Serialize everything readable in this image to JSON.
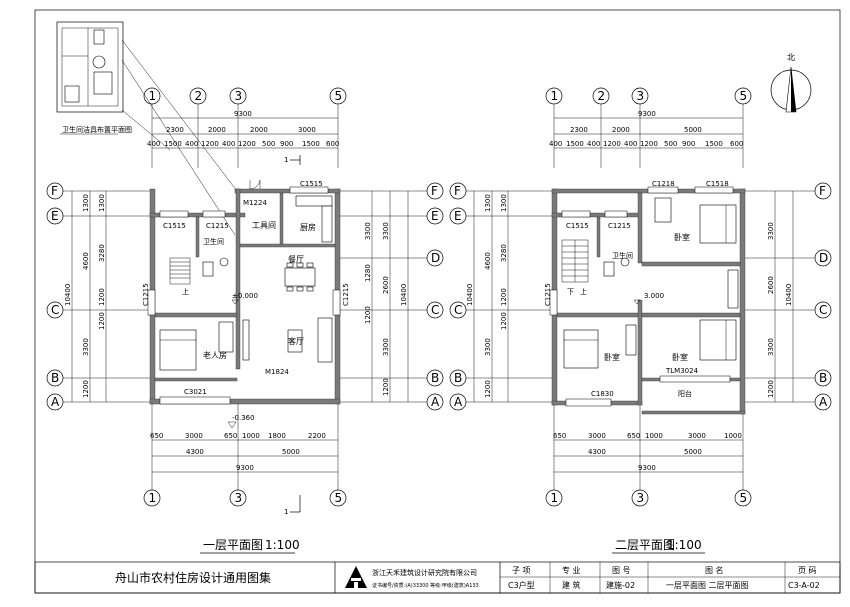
{
  "title_block": {
    "atlas_title": "舟山市农村住房设计通用图集",
    "institute": "浙江天禾建筑设计研究院有限公司",
    "institute_cert": "证书编号/资质:(A)33300 等级:甲级(建筑)A133",
    "headers": [
      "子 项",
      "专 业",
      "图 号",
      "图 名",
      "页 码"
    ],
    "values": [
      "C3户型",
      "建 筑",
      "建施-02",
      "一层平面图  二层平面图",
      "C3-A-02"
    ]
  },
  "plan1": {
    "caption": "一层平面图",
    "scale": "1:100",
    "rooms": {
      "storage": "工具间",
      "kitchen": "厨房",
      "dining": "餐厅",
      "living": "客厅",
      "elder": "老人房",
      "wc": "卫生间",
      "up": "上"
    },
    "windows": {
      "c1515a": "C1515",
      "c1515b": "C1515",
      "c1215a": "C1215",
      "c1215b": "C1215",
      "c1215c": "C1215",
      "c3021": "C3021",
      "m1224": "M1224",
      "m1824": "M1824"
    },
    "levels": {
      "floor": "±0.000",
      "ground": "-0.360"
    },
    "section_mark": "1"
  },
  "plan2": {
    "caption": "二层平面图",
    "scale": "1:100",
    "rooms": {
      "bed_ne": "卧室",
      "bed_sw": "卧室",
      "bed_se": "卧室",
      "wc": "卫生间",
      "balcony": "阳台",
      "down": "下",
      "up": "上"
    },
    "windows": {
      "c1218": "C1218",
      "c1518": "C1518",
      "c1515": "C1515",
      "c1215a": "C1215",
      "c1215b": "C1215",
      "c1830": "C1830",
      "tlm3024": "TLM3024"
    },
    "levels": {
      "floor": "3.000"
    }
  },
  "inset_caption": "卫生间洁具布置平面图",
  "north": "北",
  "axes": {
    "cols": [
      "1",
      "2",
      "3",
      "5"
    ],
    "rows": [
      "F",
      "E",
      "D",
      "C",
      "B",
      "A"
    ]
  },
  "dims": {
    "overall_w": "9300",
    "top1_p1": [
      "2300",
      "2000",
      "2000",
      "3000"
    ],
    "top1_p2": [
      "400",
      "1500",
      "400",
      "1200",
      "400",
      "1200",
      "500",
      "900",
      "1500",
      "600"
    ],
    "top2_p1": [
      "2300",
      "2000",
      "5000"
    ],
    "top2_p2": [
      "400",
      "1500",
      "400",
      "1200",
      "400",
      "1200",
      "500",
      "900",
      "1500",
      "600"
    ],
    "bot1_p1": [
      "650",
      "3000",
      "650",
      "1000",
      "1800",
      "2200"
    ],
    "bot2_p1": [
      "650",
      "3000",
      "650",
      "1000",
      "3000",
      "1000"
    ],
    "bot_p2": [
      "4300",
      "5000"
    ],
    "left_p1": [
      "1300",
      "4600",
      "3300",
      "1200"
    ],
    "left_p2": [
      "1300",
      "3280",
      "1200",
      "1200"
    ],
    "left_total": "10400",
    "right1_p1": [
      "3300",
      "1280",
      "2600",
      "1200",
      "3300",
      "1200"
    ],
    "right2_p1": [
      "3300",
      "2600",
      "3300",
      "1200"
    ],
    "right_total": "10400",
    "right_small": "1200"
  }
}
